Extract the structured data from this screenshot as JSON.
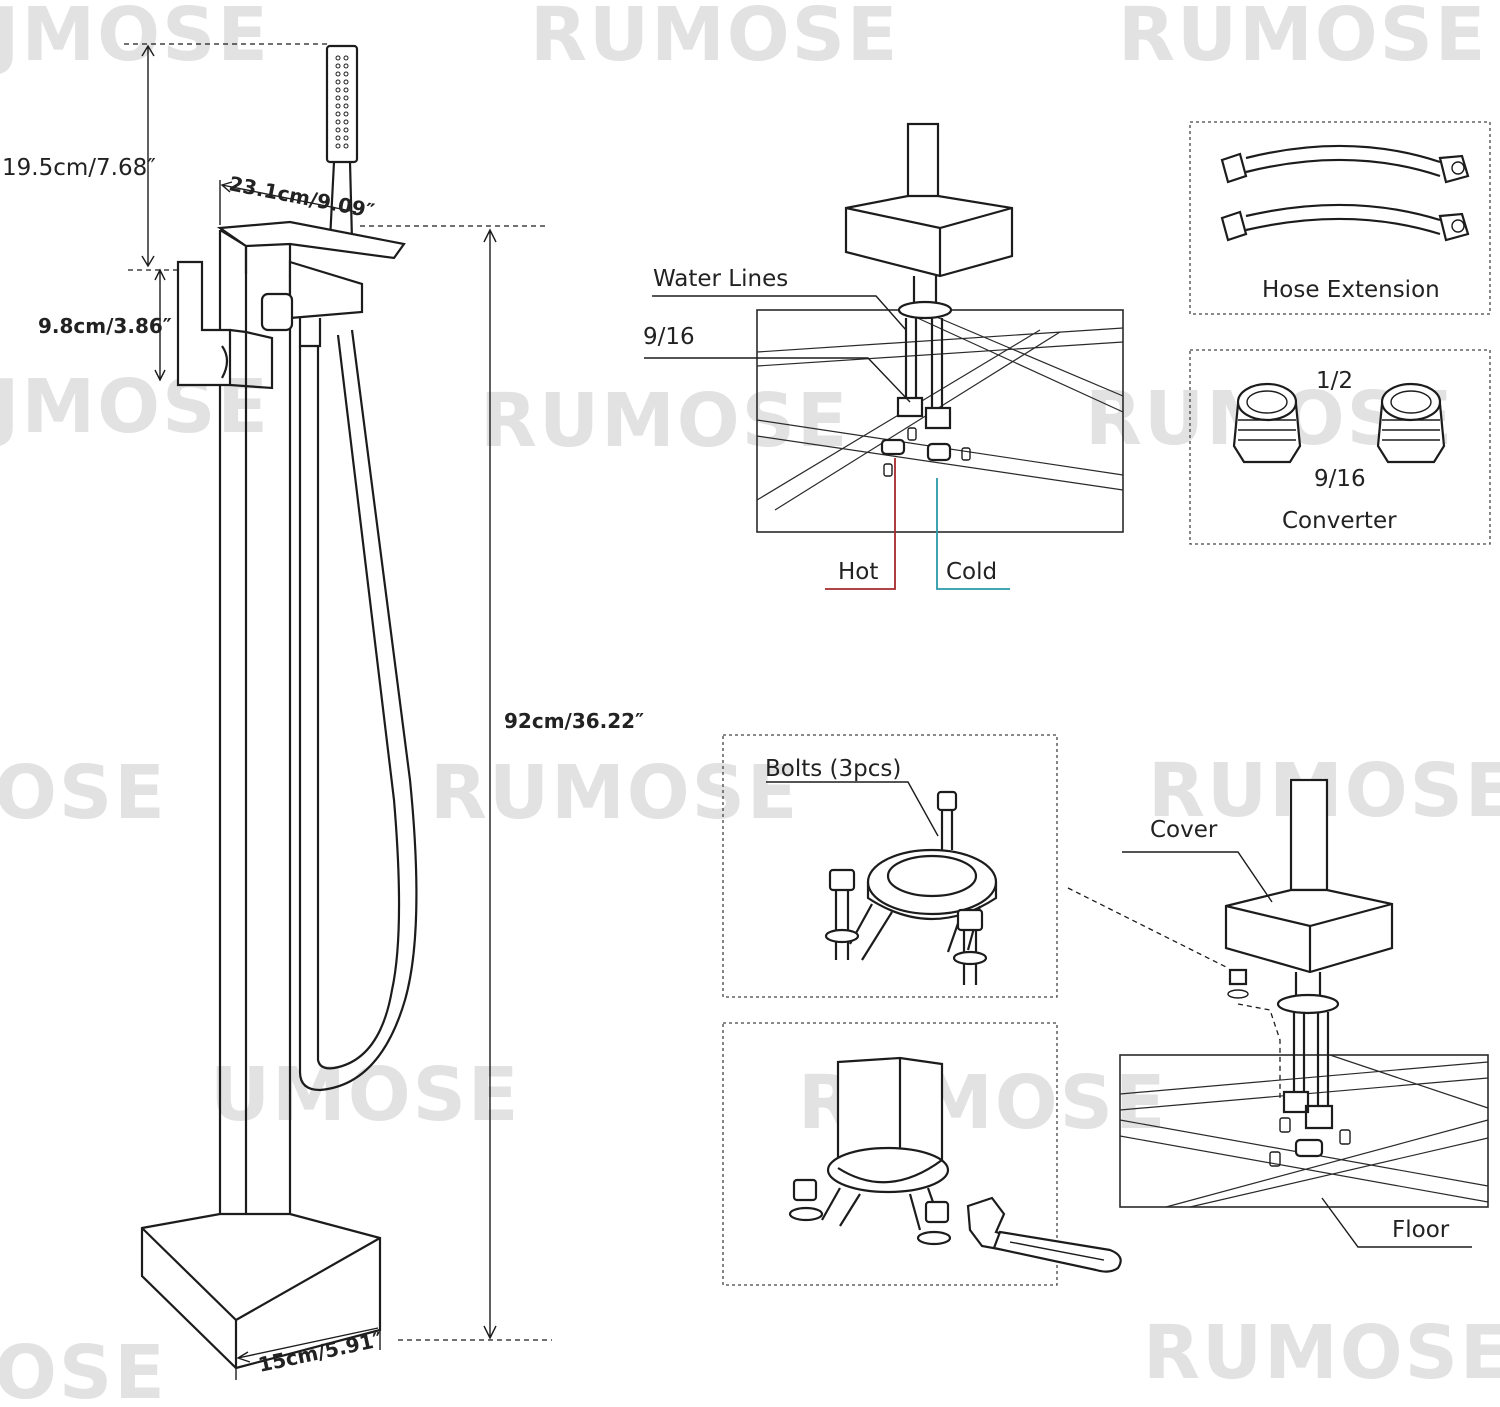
{
  "brand": {
    "watermark": "RUMOSE",
    "watermark_partial_1": "JMOSE",
    "watermark_partial_2": "OSE",
    "watermark_partial_3": "UMOSE",
    "watermark_color": "#e2e2e2"
  },
  "dimensions": {
    "handshower_height": "19.5cm/7.68″",
    "spout_length": "23.1cm/9.09″",
    "handle_height": "9.8cm/3.86″",
    "total_height": "92cm/36.22″",
    "base_width": "15cm/5.91″"
  },
  "water_lines_diagram": {
    "water_lines": "Water Lines",
    "thread": "9/16",
    "hot": "Hot",
    "cold": "Cold",
    "hot_color": "#a52a2a",
    "cold_color": "#2a9aa8"
  },
  "hose_extension": {
    "label": "Hose Extension"
  },
  "converter": {
    "label": "Converter",
    "size_top": "1/2",
    "size_bottom": "9/16"
  },
  "bolts": {
    "label": "Bolts (3pcs)"
  },
  "cover_diagram": {
    "cover": "Cover",
    "floor": "Floor"
  }
}
